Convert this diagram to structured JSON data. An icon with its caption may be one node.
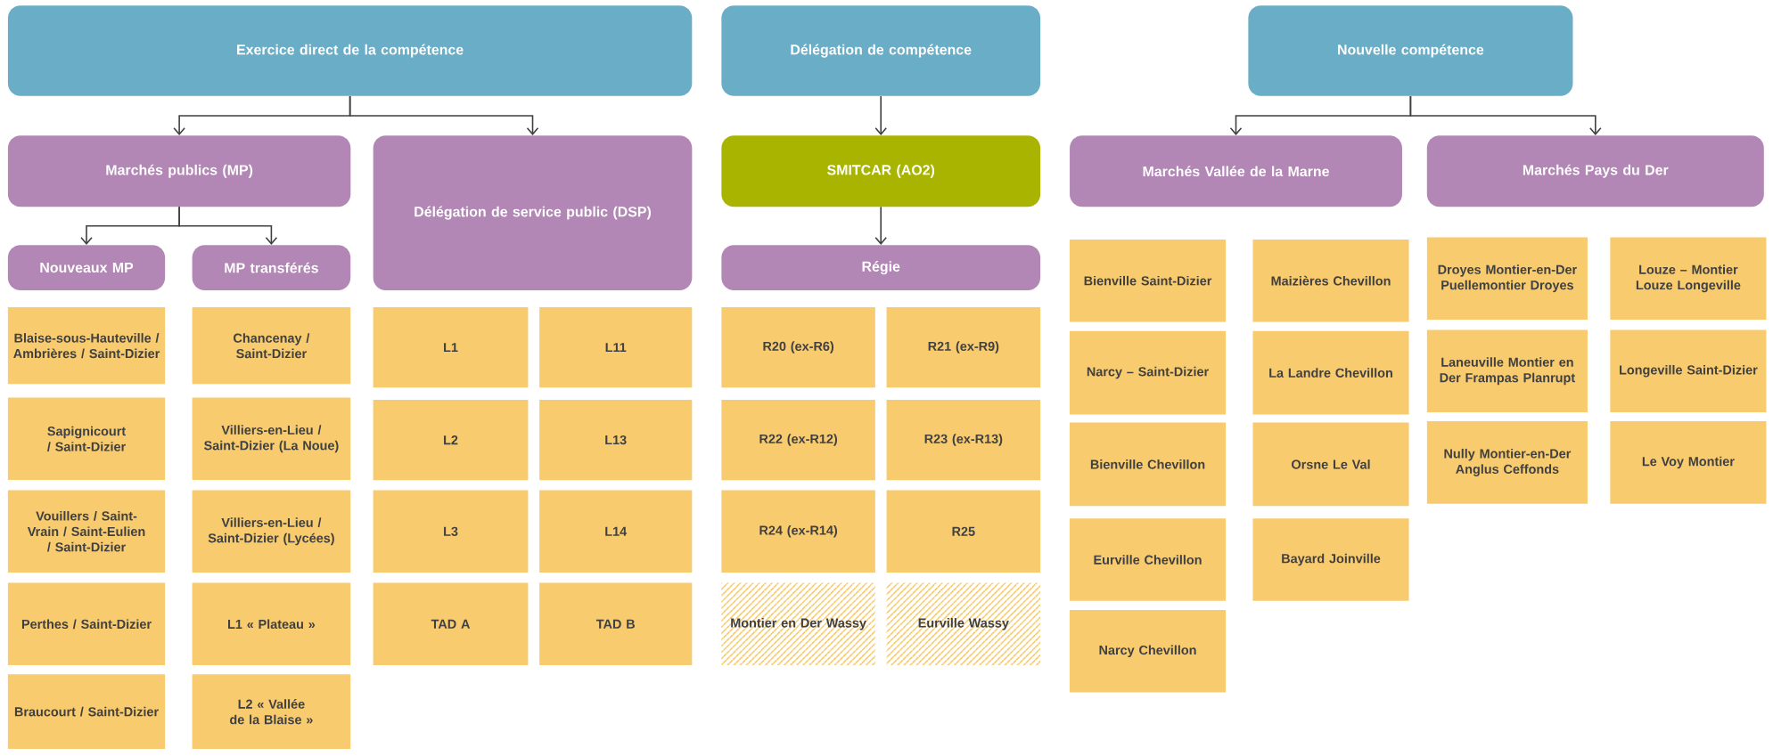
{
  "diagram": {
    "nodes": [
      {
        "text": [
          "Exercice direct de la compétence"
        ]
      },
      {
        "text": [
          "Délégation de compétence"
        ]
      },
      {
        "text": [
          "Nouvelle compétence"
        ]
      },
      {
        "text": [
          "Marchés publics (MP)"
        ]
      },
      {
        "text": [
          "Délégation de service public (DSP)"
        ]
      },
      {
        "text": [
          "SMITCAR (AO2)"
        ]
      },
      {
        "text": [
          "Marchés Vallée de la Marne"
        ]
      },
      {
        "text": [
          "Marchés Pays du Der"
        ]
      },
      {
        "text": [
          "Nouveaux MP"
        ]
      },
      {
        "text": [
          "MP transférés"
        ]
      },
      {
        "text": [
          "Régie"
        ]
      },
      {
        "text": [
          "Blaise-sous-Hauteville / Ambrières / Saint-Dizier"
        ]
      },
      {
        "text": [
          "Sapignicourt / Saint-Dizier"
        ]
      },
      {
        "text": [
          "Vouillers / Saint-Vrain / Saint-Eulien / Saint-Dizier"
        ]
      },
      {
        "text": [
          "Perthes / Saint-Dizier"
        ]
      },
      {
        "text": [
          "Braucourt / Saint-Dizier"
        ]
      },
      {
        "text": [
          "Chancenay / Saint-Dizier"
        ]
      },
      {
        "text": [
          "Villiers-en-Lieu / Saint-Dizier (La Noue)"
        ]
      },
      {
        "text": [
          "Villiers-en-Lieu / Saint-Dizier (Lycées)"
        ]
      },
      {
        "text": [
          "L1 « Plateau »"
        ]
      },
      {
        "text": [
          "L2 « Vallée de la Blaise »"
        ]
      },
      {
        "text": [
          "L1"
        ]
      },
      {
        "text": [
          "L11"
        ]
      },
      {
        "text": [
          "L2"
        ]
      },
      {
        "text": [
          "L13"
        ]
      },
      {
        "text": [
          "L3"
        ]
      },
      {
        "text": [
          "L14"
        ]
      },
      {
        "text": [
          "TAD A"
        ]
      },
      {
        "text": [
          "TAD B"
        ]
      },
      {
        "text": [
          "R20 (ex-R6)"
        ]
      },
      {
        "text": [
          "R21 (ex-R9)"
        ]
      },
      {
        "text": [
          "R22 (ex-R12)"
        ]
      },
      {
        "text": [
          "R23 (ex-R13)"
        ]
      },
      {
        "text": [
          "R24 (ex-R14)"
        ]
      },
      {
        "text": [
          "R25"
        ]
      },
      {
        "text": [
          "Montier en Der Wassy"
        ]
      },
      {
        "text": [
          "Eurville Wassy"
        ]
      },
      {
        "text": [
          "Bienville Saint-Dizier"
        ]
      },
      {
        "text": [
          "Narcy – Saint-Dizier"
        ]
      },
      {
        "text": [
          "Bienville Chevillon"
        ]
      },
      {
        "text": [
          "Eurville Chevillon"
        ]
      },
      {
        "text": [
          "Narcy Chevillon"
        ]
      },
      {
        "text": [
          "Maizières Chevillon"
        ]
      },
      {
        "text": [
          "La Landre Chevillon"
        ]
      },
      {
        "text": [
          "Orsne Le Val"
        ]
      },
      {
        "text": [
          "Bayard Joinville"
        ]
      },
      {
        "text": [
          "Droyes Montier-en-Der Puellemontier Droyes"
        ]
      },
      {
        "text": [
          "Laneuville Montier en Der Frampas Planrupt"
        ]
      },
      {
        "text": [
          "Nully Montier-en-Der Anglus Ceffonds"
        ]
      },
      {
        "text": [
          "Louze – Montier Louze Longeville"
        ]
      },
      {
        "text": [
          "Longeville Saint-Dizier"
        ]
      },
      {
        "text": [
          "Le Voy Montier"
        ]
      }
    ],
    "edges": [
      {
        "from": 0,
        "to": 3,
        "arrow": "to"
      },
      {
        "from": 0,
        "to": 4,
        "arrow": "to"
      },
      {
        "from": 1,
        "to": 5,
        "arrow": "to"
      },
      {
        "from": 2,
        "to": 6,
        "arrow": "to"
      },
      {
        "from": 2,
        "to": 7,
        "arrow": "to"
      },
      {
        "from": 3,
        "to": 8,
        "arrow": "to"
      },
      {
        "from": 3,
        "to": 9,
        "arrow": "to"
      },
      {
        "from": 5,
        "to": 10,
        "arrow": "to"
      }
    ]
  }
}
